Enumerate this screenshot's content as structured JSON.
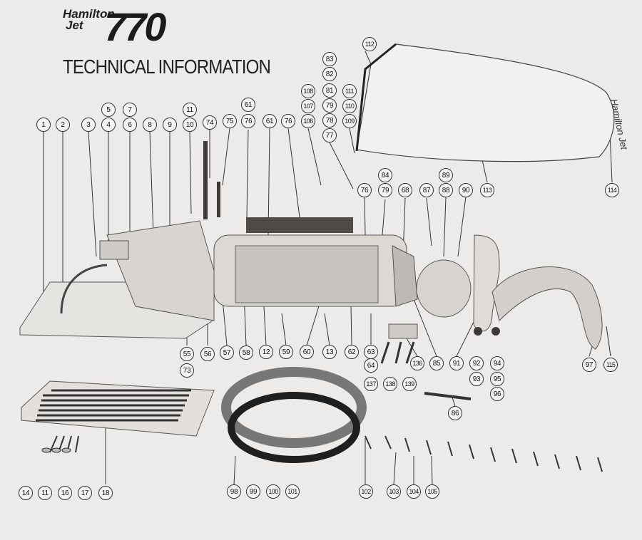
{
  "header": {
    "brand_line1": "Hamilton",
    "brand_line2": "Jet",
    "model": "770",
    "title": "TECHNICAL INFORMATION"
  },
  "callouts": [
    {
      "id": "c1",
      "label": "1"
    },
    {
      "id": "c2",
      "label": "2"
    },
    {
      "id": "c3",
      "label": "3"
    },
    {
      "id": "c5",
      "label": "5"
    },
    {
      "id": "c4",
      "label": "4"
    },
    {
      "id": "c7",
      "label": "7"
    },
    {
      "id": "c6",
      "label": "6"
    },
    {
      "id": "c8",
      "label": "8"
    },
    {
      "id": "c9",
      "label": "9"
    },
    {
      "id": "c11a",
      "label": "11"
    },
    {
      "id": "c10",
      "label": "10"
    },
    {
      "id": "c74",
      "label": "74"
    },
    {
      "id": "c75",
      "label": "75"
    },
    {
      "id": "c61a",
      "label": "61"
    },
    {
      "id": "c76a",
      "label": "76"
    },
    {
      "id": "c61b",
      "label": "61"
    },
    {
      "id": "c76b",
      "label": "76"
    },
    {
      "id": "c108",
      "label": "108"
    },
    {
      "id": "c107",
      "label": "107"
    },
    {
      "id": "c106",
      "label": "106"
    },
    {
      "id": "c83",
      "label": "83"
    },
    {
      "id": "c82",
      "label": "82"
    },
    {
      "id": "c81",
      "label": "81"
    },
    {
      "id": "c79a",
      "label": "79"
    },
    {
      "id": "c78",
      "label": "78"
    },
    {
      "id": "c77",
      "label": "77"
    },
    {
      "id": "c111",
      "label": "111"
    },
    {
      "id": "c110",
      "label": "110"
    },
    {
      "id": "c109",
      "label": "109"
    },
    {
      "id": "c112",
      "label": "112"
    },
    {
      "id": "c84",
      "label": "84"
    },
    {
      "id": "c79b",
      "label": "79"
    },
    {
      "id": "c76c",
      "label": "76"
    },
    {
      "id": "c68",
      "label": "68"
    },
    {
      "id": "c87",
      "label": "87"
    },
    {
      "id": "c89",
      "label": "89"
    },
    {
      "id": "c88",
      "label": "88"
    },
    {
      "id": "c90",
      "label": "90"
    },
    {
      "id": "c113",
      "label": "113"
    },
    {
      "id": "c114",
      "label": "114"
    },
    {
      "id": "c55",
      "label": "55"
    },
    {
      "id": "c73",
      "label": "73"
    },
    {
      "id": "c56",
      "label": "56"
    },
    {
      "id": "c57",
      "label": "57"
    },
    {
      "id": "c58",
      "label": "58"
    },
    {
      "id": "c12",
      "label": "12"
    },
    {
      "id": "c59",
      "label": "59"
    },
    {
      "id": "c60",
      "label": "60"
    },
    {
      "id": "c13",
      "label": "13"
    },
    {
      "id": "c62",
      "label": "62"
    },
    {
      "id": "c63",
      "label": "63"
    },
    {
      "id": "c64",
      "label": "64"
    },
    {
      "id": "c136",
      "label": "136"
    },
    {
      "id": "c85",
      "label": "85"
    },
    {
      "id": "c91",
      "label": "91"
    },
    {
      "id": "c92",
      "label": "92"
    },
    {
      "id": "c93",
      "label": "93"
    },
    {
      "id": "c94",
      "label": "94"
    },
    {
      "id": "c95",
      "label": "95"
    },
    {
      "id": "c96",
      "label": "96"
    },
    {
      "id": "c97",
      "label": "97"
    },
    {
      "id": "c115",
      "label": "115"
    },
    {
      "id": "c137",
      "label": "137"
    },
    {
      "id": "c138",
      "label": "138"
    },
    {
      "id": "c139",
      "label": "139"
    },
    {
      "id": "c86",
      "label": "86"
    },
    {
      "id": "c14",
      "label": "14"
    },
    {
      "id": "c11b",
      "label": "11"
    },
    {
      "id": "c16",
      "label": "16"
    },
    {
      "id": "c17",
      "label": "17"
    },
    {
      "id": "c18",
      "label": "18"
    },
    {
      "id": "c98",
      "label": "98"
    },
    {
      "id": "c99",
      "label": "99"
    },
    {
      "id": "c100",
      "label": "100"
    },
    {
      "id": "c101",
      "label": "101"
    },
    {
      "id": "c102",
      "label": "102"
    },
    {
      "id": "c103",
      "label": "103"
    },
    {
      "id": "c104",
      "label": "104"
    },
    {
      "id": "c105",
      "label": "105"
    }
  ],
  "colors": {
    "paper": "#ecebea",
    "ink": "#222222",
    "part_light": "#e2e0de",
    "part_mid": "#b8b5b1",
    "part_dark": "#4a4744"
  }
}
